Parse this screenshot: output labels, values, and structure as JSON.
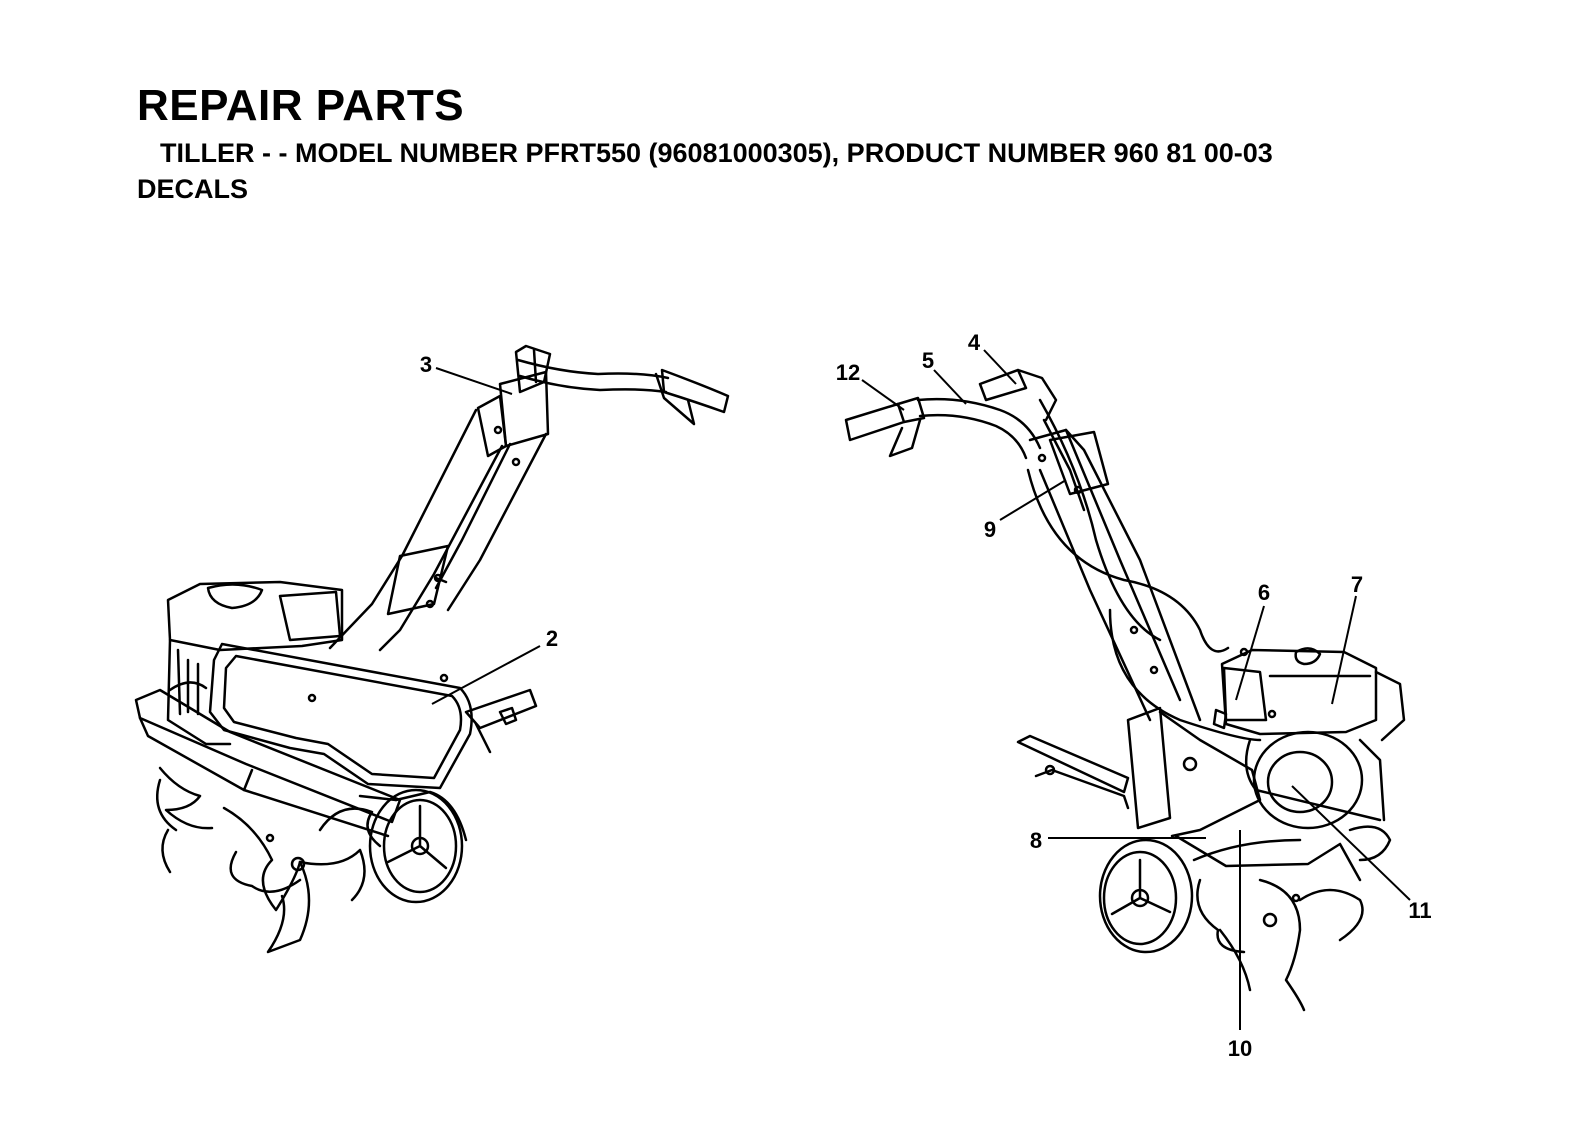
{
  "header": {
    "title": "REPAIR PARTS",
    "subtitle": "TILLER - - MODEL NUMBER PFRT550 (96081000305), PRODUCT NUMBER 960 81 00-03",
    "section": "DECALS"
  },
  "diagram": {
    "callouts": {
      "c2": "2",
      "c3": "3",
      "c4": "4",
      "c5": "5",
      "c6": "6",
      "c7": "7",
      "c8": "8",
      "c9": "9",
      "c10": "10",
      "c11": "11",
      "c12": "12"
    }
  }
}
